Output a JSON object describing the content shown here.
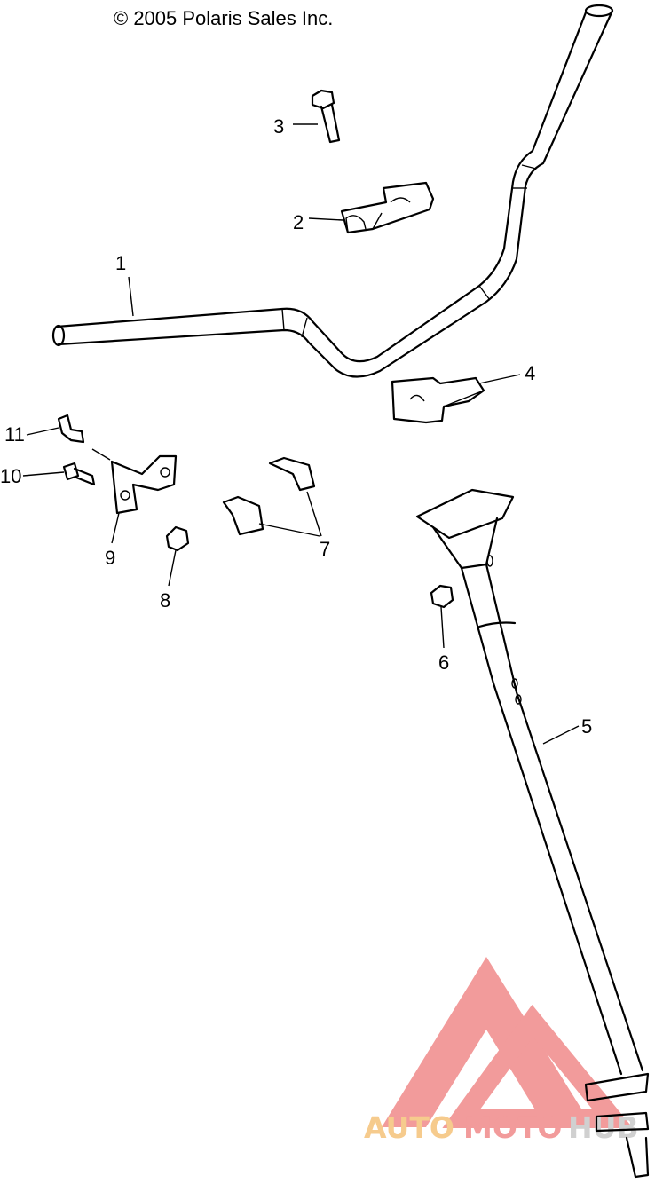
{
  "copyright": "© 2005 Polaris Sales Inc.",
  "callouts": [
    {
      "id": "1",
      "label": "1"
    },
    {
      "id": "2",
      "label": "2"
    },
    {
      "id": "3",
      "label": "3"
    },
    {
      "id": "4",
      "label": "4"
    },
    {
      "id": "5",
      "label": "5"
    },
    {
      "id": "6",
      "label": "6"
    },
    {
      "id": "7",
      "label": "7"
    },
    {
      "id": "8",
      "label": "8"
    },
    {
      "id": "9",
      "label": "9"
    },
    {
      "id": "10",
      "label": "10"
    },
    {
      "id": "11",
      "label": "11"
    }
  ],
  "watermark": {
    "part1": "AUTO",
    "part2": "MOTO",
    "part3": "HUB",
    "color_primary": "#f08a8a",
    "color_secondary": "#f5c27a",
    "color_tertiary": "#c8c8c8"
  }
}
